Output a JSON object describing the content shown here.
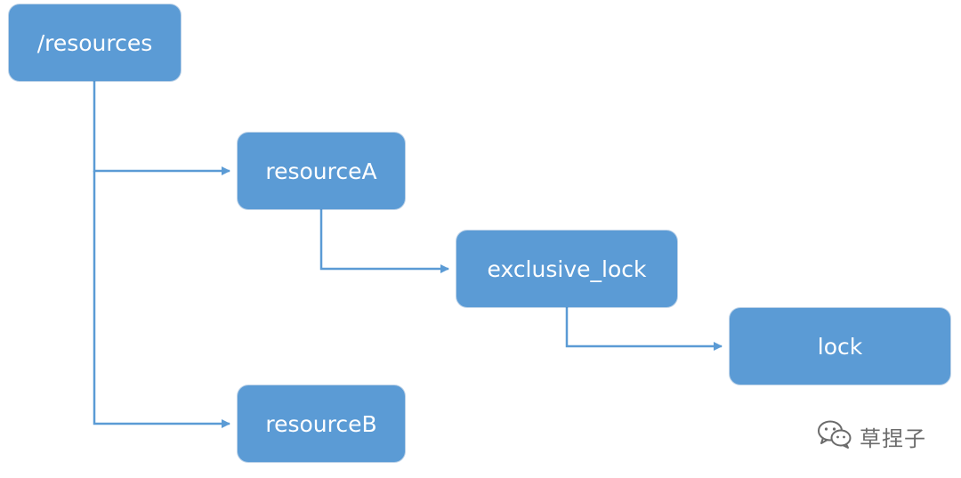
{
  "nodes": {
    "root": "/resources",
    "resource_a": "resourceA",
    "exclusive_lock": "exclusive_lock",
    "lock": "lock",
    "resource_b": "resourceB"
  },
  "watermark": {
    "icon": "wechat-icon",
    "text": "草捏子"
  },
  "colors": {
    "node_fill": "#5b9bd5",
    "connector": "#5b9bd5",
    "node_text": "#ffffff",
    "watermark": "#6b6b6b"
  }
}
